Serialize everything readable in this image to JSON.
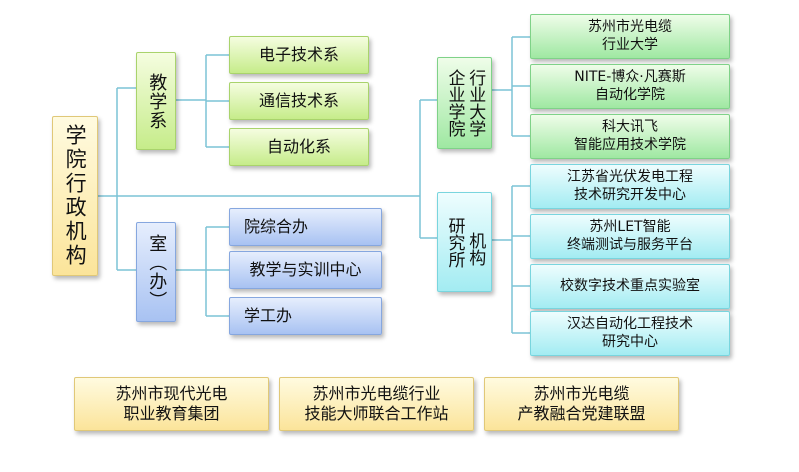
{
  "root": "学院行政机构",
  "teaching": {
    "title": "教学系",
    "items": [
      "电子技术系",
      "通信技术系",
      "自动化系"
    ]
  },
  "office": {
    "title": "室（办）",
    "items": [
      "院综合办",
      "教学与实训中心",
      "学工办"
    ]
  },
  "enterprise": {
    "title_col1": "企业学院",
    "title_col2": "行业大学",
    "items": [
      {
        "l1": "苏州市光电缆",
        "l2": "行业大学"
      },
      {
        "l1": "NITE-博众·凡赛斯",
        "l2": "自动化学院"
      },
      {
        "l1": "科大讯飞",
        "l2": "智能应用技术学院"
      }
    ]
  },
  "research": {
    "title_col1": "研究所",
    "title_col2": "机构",
    "items": [
      {
        "l1": "江苏省光伏发电工程",
        "l2": "技术研究开发中心"
      },
      {
        "l1": "苏州LET智能",
        "l2": "终端测试与服务平台"
      },
      {
        "l1": "校数字技术重点实验室",
        "l2": ""
      },
      {
        "l1": "汉达自动化工程技术",
        "l2": "研究中心"
      }
    ]
  },
  "bottom": [
    {
      "l1": "苏州市现代光电",
      "l2": "职业教育集团"
    },
    {
      "l1": "苏州市光电缆行业",
      "l2": "技能大师联合工作站"
    },
    {
      "l1": "苏州市光电缆",
      "l2": "产教融合党建联盟"
    }
  ],
  "colors": {
    "connector": "#7cc3d6",
    "yellow": "#fbe49a",
    "lime": "#c6ec8a",
    "blue": "#a8c2f2",
    "green": "#9fe8a2",
    "cyan": "#a3ecf2"
  }
}
